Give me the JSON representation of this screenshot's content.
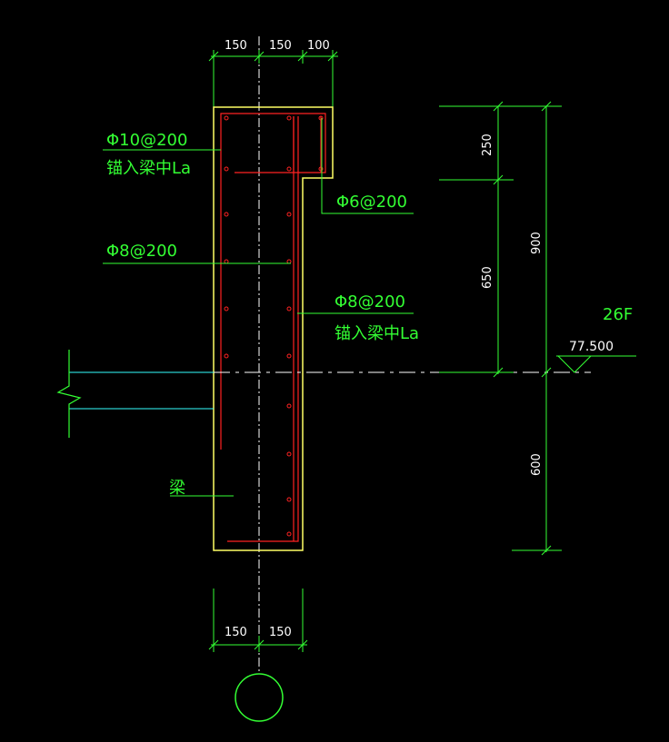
{
  "colors": {
    "background": "#000000",
    "concrete_outline": "#ffff66",
    "rebar": "#ff2222",
    "annotation": "#33ff33",
    "dimension_text": "#ffffff",
    "leader": "#33ff33",
    "slab_line": "#33ffff",
    "axis": "#ffffff"
  },
  "top_dims": [
    "150",
    "150",
    "100"
  ],
  "bottom_dims": [
    "150",
    "150"
  ],
  "side_dims": {
    "d250": "250",
    "d650": "650",
    "d900": "900",
    "d600": "600"
  },
  "labels": {
    "rebar_top_left": "Φ10@200",
    "anchor_top_left": "锚入梁中La",
    "rebar_mid_left": "Φ8@200",
    "rebar_stirrup": "Φ6@200",
    "rebar_mid_right": "Φ8@200",
    "anchor_mid_right": "锚入梁中La",
    "beam": "梁",
    "floor": "26F",
    "elevation": "77.500"
  }
}
